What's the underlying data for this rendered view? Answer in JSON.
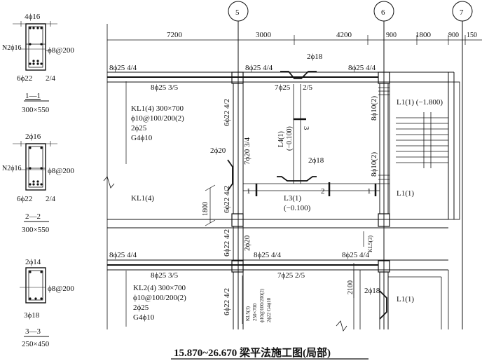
{
  "grid_axes": [
    "5",
    "6",
    "7"
  ],
  "dimensions_top": [
    "7200",
    "3000",
    "4200",
    "900",
    "1800",
    "900",
    "150"
  ],
  "sections": [
    {
      "top_bar": "4ϕ16",
      "waist": "N2ϕ16",
      "stirrup": "ϕ8@200",
      "bottom_bar": "6ϕ22",
      "bottom_note": "2/4",
      "label": "1—1",
      "size": "300×550"
    },
    {
      "top_bar": "2ϕ16",
      "waist": "N2ϕ16",
      "stirrup": "ϕ8@200",
      "bottom_bar": "6ϕ22",
      "bottom_note": "2/4",
      "label": "2—2",
      "size": "300×550"
    },
    {
      "top_bar": "2ϕ14",
      "stirrup": "ϕ8@200",
      "bottom_bar": "3ϕ18",
      "label": "3—3",
      "size": "250×450"
    }
  ],
  "plan": {
    "kl1": {
      "name": "KL1(4) 300×700",
      "stirrup": "ϕ10@100/200(2)",
      "top": "2ϕ25",
      "waist": "G4ϕ10",
      "ref": "KL1(4)"
    },
    "kl2": {
      "name": "KL2(4) 300×700",
      "stirrup": "ϕ10@100/200(2)",
      "top": "2ϕ25",
      "waist": "G4ϕ10"
    },
    "l1a": "L1(1) (−1.800)",
    "l1b": "L1(1)",
    "l1c": "L1(1)",
    "l3": "L3(1)",
    "l3_level": "(−0.100)",
    "l4": "L4(1)",
    "l4_level": "(−0.100)",
    "kl5": "KL5(3)",
    "kl5_size": "250×700",
    "kl5_stirrup": "ϕ10@100/200(2)",
    "kl5_bars": "2ϕ22  G4ϕ10",
    "bar_8_25_44": "8ϕ25  4/4",
    "bar_8_25_35": "8ϕ25  3/5",
    "bar_7_25_25": "7ϕ25  2/5",
    "bar_7_25_25b": "7ϕ25",
    "bar_2_5": "2/5",
    "bar_6_22_42": "6ϕ22  4/2",
    "bar_7_20_34": "7ϕ20  3/4",
    "bar_2_20": "2ϕ20",
    "bar_2_18": "2ϕ18",
    "bar_8_10_2": "8ϕ10(2)",
    "dim_1800": "1800",
    "dim_2100": "2100",
    "mark_1": "1",
    "mark_2": "2",
    "mark_3": "3"
  },
  "title": "15.870~26.670 梁平法施工图(局部)"
}
